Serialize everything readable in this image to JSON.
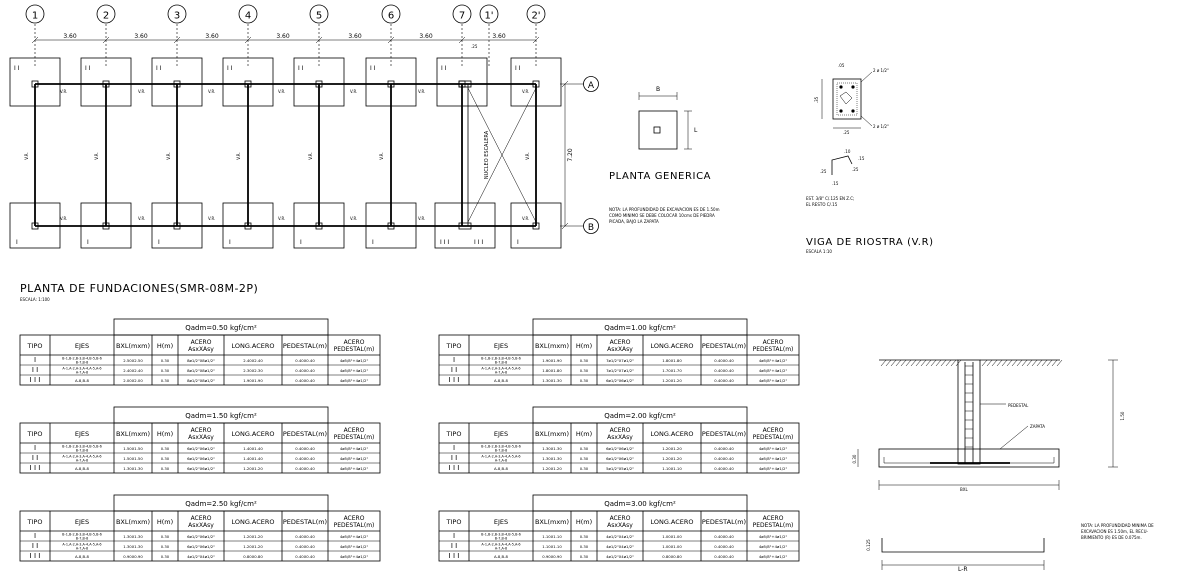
{
  "plan": {
    "axes_top": [
      "1",
      "2",
      "3",
      "4",
      "5",
      "6",
      "7",
      "1'",
      "2'"
    ],
    "axes_side": [
      "A",
      "B"
    ],
    "spacings": [
      "3.60",
      "3.60",
      "3.60",
      "3.60",
      "3.60",
      "3.60",
      "3.60"
    ],
    "offset_dim": ".25",
    "side_dim": "7.20",
    "beam_label": "V.R.",
    "stair_label": "NUCLEO ESCALERA",
    "footing_types": {
      "top_row": [
        "I I",
        "I I",
        "I I",
        "I I",
        "I I",
        "I I",
        "I I",
        "I I"
      ],
      "bottom_row": [
        "I",
        "I",
        "I",
        "I",
        "I",
        "I",
        "I I I",
        "I I I",
        "I"
      ]
    },
    "title": "PLANTA DE FUNDACIONES(SMR-08M-2P)",
    "scale": "ESCALA: 1:100"
  },
  "generic": {
    "title": "PLANTA GENERICA",
    "dim_b": "B",
    "dim_l": "L",
    "note": [
      "NOTA: LA PROFUNDIDAD DE EXCAVACION ES DE 1.50m",
      "COMO MINIMO SE DEBE COLOCAR 10cms DE PIEDRA",
      "PICADA, BAJO LA ZAPATA"
    ]
  },
  "viga": {
    "title": "VIGA DE RIOSTRA (V.R)",
    "scale": "ESCALA 1:10",
    "top_bars": "2 ø 1/2\"",
    "bottom_bars": "2 ø 1/2\"",
    "height": ".35",
    "width": ".25",
    "cover": ".05",
    "hook_a": ".10",
    "hook_b": ".15",
    "hook_c": ".25",
    "hook_d": ".15",
    "hook_e": ".25",
    "stirrups": [
      "EST. 3/8\" C/.125 EN Z.C;",
      "EL RESTO C/.15"
    ]
  },
  "tables": [
    {
      "title": "Qadm=0.50 kgf/cm²",
      "headers": [
        "TIPO",
        "EJES",
        "BXL(mxm)",
        "H(m)",
        "ACERO AsxXAsy",
        "LONG.ACERO",
        "PEDESTAL(m)",
        "ACERO PEDESTAL(m)"
      ],
      "rows": [
        [
          "I",
          "B-1,B-2,B-3,B-4,B-5,B-6 B-7,B-8",
          "2.50X2.50",
          "0.30",
          "8ø1/2\"X8ø1/2\"",
          "2.40X2.40",
          "0.40X0.40",
          "4ø5/8\"+4ø1/2\""
        ],
        [
          "I I",
          "A-1,A-2,A-3,A-4,A-5,A-6 A-7,A-8",
          "2.40X2.40",
          "0.30",
          "8ø1/2\"X8ø1/2\"",
          "2.30X2.30",
          "0.40X0.40",
          "4ø5/8\"+4ø1/2\""
        ],
        [
          "I I I",
          "A-8,B-8",
          "2.00X2.00",
          "0.30",
          "8ø1/2\"X8ø1/2\"",
          "1.90X1.90",
          "0.40X0.40",
          "4ø5/8\"+4ø1/2\""
        ]
      ]
    },
    {
      "title": "Qadm=1.00 kgf/cm²",
      "headers": [
        "TIPO",
        "EJES",
        "BXL(mxm)",
        "H(m)",
        "ACERO AsxXAsy",
        "LONG.ACERO",
        "PEDESTAL(m)",
        "ACERO PEDESTAL(m)"
      ],
      "rows": [
        [
          "I",
          "B-1,B-2,B-3,B-4,B-5,B-6 B-7,B-8",
          "1.90X1.90",
          "0.30",
          "7ø1/2\"X7ø1/2\"",
          "1.80X1.80",
          "0.40X0.40",
          "4ø5/8\"+4ø1/2\""
        ],
        [
          "I I",
          "A-1,A-2,A-3,A-4,A-5,A-6 A-7,A-8",
          "1.80X1.80",
          "0.30",
          "7ø1/2\"X7ø1/2\"",
          "1.70X1.70",
          "0.40X0.40",
          "4ø5/8\"+4ø1/2\""
        ],
        [
          "I I I",
          "A-8,B-8",
          "1.30X1.30",
          "0.30",
          "6ø1/2\"X6ø1/2\"",
          "1.20X1.20",
          "0.40X0.40",
          "4ø5/8\"+4ø1/2\""
        ]
      ]
    },
    {
      "title": "Qadm=1.50 kgf/cm²",
      "headers": [
        "TIPO",
        "EJES",
        "BXL(mxm)",
        "H(m)",
        "ACERO AsxXAsy",
        "LONG.ACERO",
        "PEDESTAL(m)",
        "ACERO PEDESTAL(m)"
      ],
      "rows": [
        [
          "I",
          "B-1,B-2,B-3,B-4,B-5,B-6 B-7,B-8",
          "1.50X1.50",
          "0.30",
          "6ø1/2\"X6ø1/2\"",
          "1.40X1.40",
          "0.40X0.40",
          "4ø5/8\"+4ø1/2\""
        ],
        [
          "I I",
          "A-1,A-2,A-3,A-4,A-5,A-6 A-7,A-8",
          "1.50X1.50",
          "0.30",
          "6ø1/2\"X6ø1/2\"",
          "1.40X1.40",
          "0.40X0.40",
          "4ø5/8\"+4ø1/2\""
        ],
        [
          "I I I",
          "A-8,B-8",
          "1.30X1.30",
          "0.30",
          "6ø1/2\"X6ø1/2\"",
          "1.20X1.20",
          "0.40X0.40",
          "4ø5/8\"+4ø1/2\""
        ]
      ]
    },
    {
      "title": "Qadm=2.00 kgf/cm²",
      "headers": [
        "TIPO",
        "EJES",
        "BXL(mxm)",
        "H(m)",
        "ACERO AsxXAsy",
        "LONG.ACERO",
        "PEDESTAL(m)",
        "ACERO PEDESTAL(m)"
      ],
      "rows": [
        [
          "I",
          "B-1,B-2,B-3,B-4,B-5,B-6 B-7,B-8",
          "1.30X1.30",
          "0.30",
          "6ø1/2\"X6ø1/2\"",
          "1.20X1.20",
          "0.40X0.40",
          "4ø5/8\"+4ø1/2\""
        ],
        [
          "I I",
          "A-1,A-2,A-3,A-4,A-5,A-6 A-7,A-8",
          "1.30X1.30",
          "0.30",
          "6ø1/2\"X6ø1/2\"",
          "1.20X1.20",
          "0.40X0.40",
          "4ø5/8\"+4ø1/2\""
        ],
        [
          "I I I",
          "A-8,B-8",
          "1.20X1.20",
          "0.30",
          "5ø1/2\"X5ø1/2\"",
          "1.10X1.10",
          "0.40X0.40",
          "4ø5/8\"+4ø1/2\""
        ]
      ]
    },
    {
      "title": "Qadm=2.50 kgf/cm²",
      "headers": [
        "TIPO",
        "EJES",
        "BXL(mxm)",
        "H(m)",
        "ACERO AsxXAsy",
        "LONG.ACERO",
        "PEDESTAL(m)",
        "ACERO PEDESTAL(m)"
      ],
      "rows": [
        [
          "I",
          "B-1,B-2,B-3,B-4,B-5,B-6 B-7,B-8",
          "1.30X1.30",
          "0.30",
          "6ø1/2\"X6ø1/2\"",
          "1.20X1.20",
          "0.40X0.40",
          "4ø5/8\"+4ø1/2\""
        ],
        [
          "I I",
          "A-1,A-2,A-3,A-4,A-5,A-6 A-7,A-8",
          "1.30X1.30",
          "0.30",
          "6ø1/2\"X6ø1/2\"",
          "1.20X1.20",
          "0.40X0.40",
          "4ø5/8\"+4ø1/2\""
        ],
        [
          "I I I",
          "A-8,B-8",
          "0.90X0.90",
          "0.30",
          "4ø1/2\"X4ø1/2\"",
          "0.80X0.80",
          "0.40X0.40",
          "4ø5/8\"+4ø1/2\""
        ]
      ]
    },
    {
      "title": "Qadm=3.00 kgf/cm²",
      "headers": [
        "TIPO",
        "EJES",
        "BXL(mxm)",
        "H(m)",
        "ACERO AsxXAsy",
        "LONG.ACERO",
        "PEDESTAL(m)",
        "ACERO PEDESTAL(m)"
      ],
      "rows": [
        [
          "I",
          "B-1,B-2,B-3,B-4,B-5,B-6 B-7,B-8",
          "1.10X1.10",
          "0.30",
          "4ø1/2\"X4ø1/2\"",
          "1.00X1.00",
          "0.40X0.40",
          "4ø5/8\"+4ø1/2\""
        ],
        [
          "I I",
          "A-1,A-2,A-3,A-4,A-5,A-6 A-7,A-8",
          "1.10X1.10",
          "0.30",
          "4ø1/2\"X4ø1/2\"",
          "1.00X1.00",
          "0.40X0.40",
          "4ø5/8\"+4ø1/2\""
        ],
        [
          "I I I",
          "A-8,B-8",
          "0.90X0.90",
          "0.30",
          "4ø1/2\"X4ø1/2\"",
          "0.80X0.80",
          "0.40X0.40",
          "4ø5/8\"+4ø1/2\""
        ]
      ]
    }
  ],
  "section": {
    "pedestal_label": "PEDESTAL",
    "zapata_label": "ZAPATA",
    "height_dim": "1.50",
    "thick_dim": "0.30",
    "width_dim": "BXL",
    "cover_dim": "0.125",
    "bar_dim": "L-R",
    "note": [
      "NOTA: LA PROFUNDIDAD MINIMA DE",
      "EXCAVACION ES 1.50m, EL RECU-",
      "BRIMIENTO (R) ES DE 0.075m."
    ]
  }
}
